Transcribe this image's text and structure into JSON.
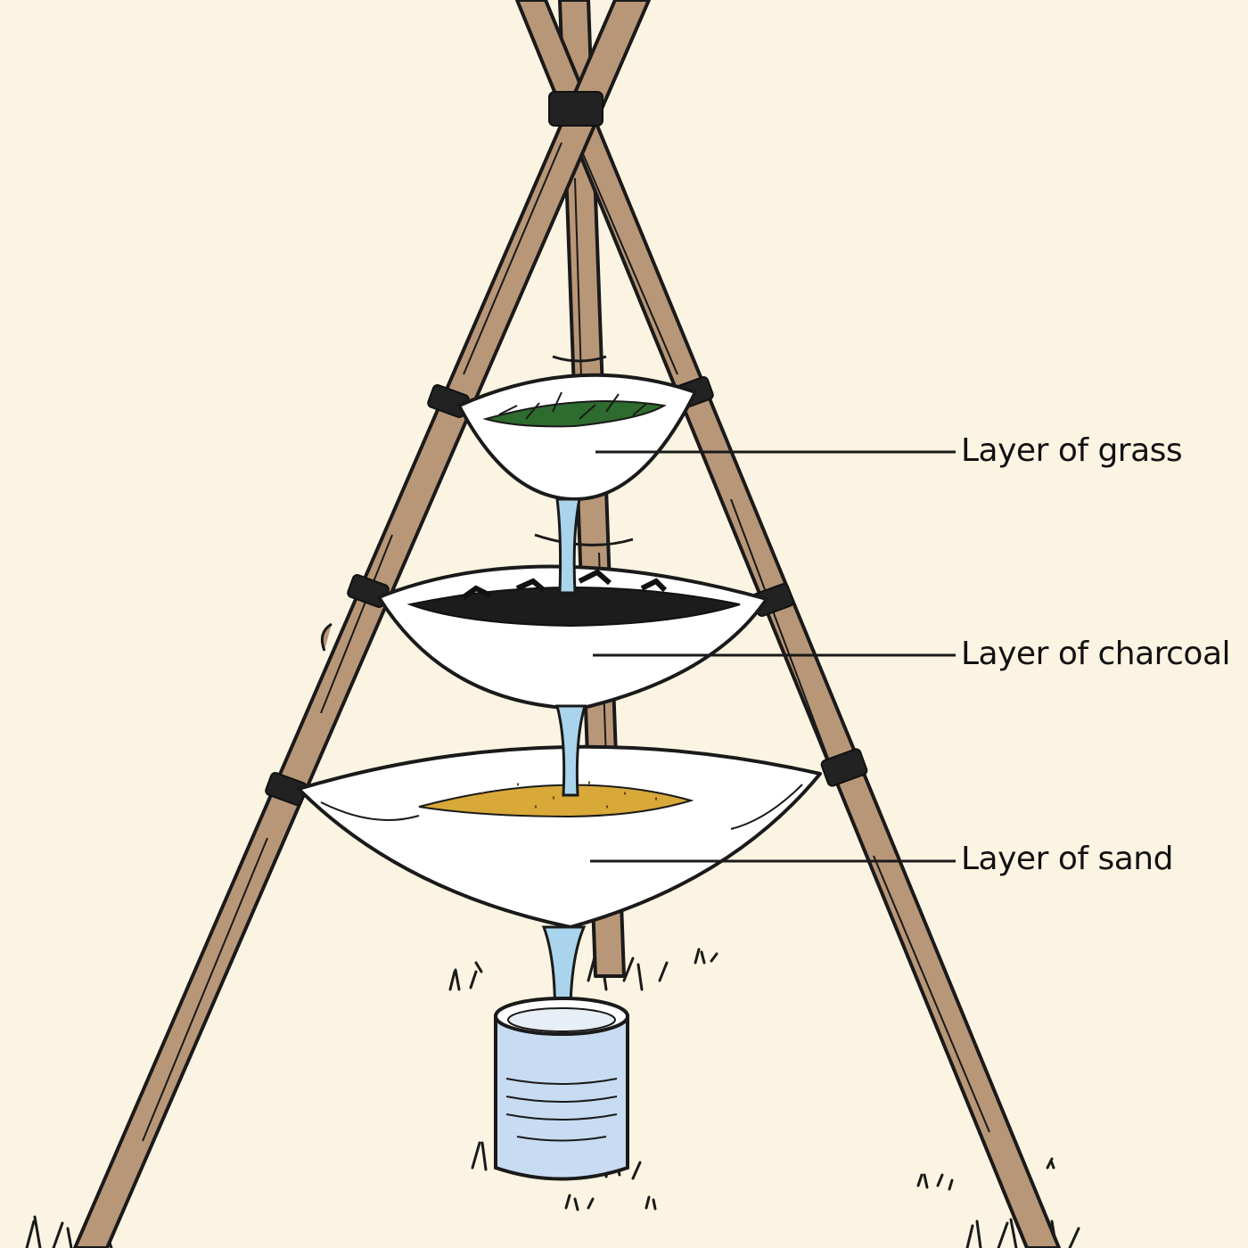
{
  "diagram": {
    "labels": {
      "grass": "Layer of grass",
      "charcoal": "Layer of charcoal",
      "sand": "Layer of sand"
    },
    "colors": {
      "background": "#fcf4e2",
      "pole": "#b89778",
      "outline": "#1a1a1a",
      "cloth": "#ffffff",
      "grass": "#2e6b2e",
      "charcoal": "#1c1c1c",
      "sand": "#d8a838",
      "water": "#a9d4ec",
      "bottle": "#c7dcf2"
    }
  }
}
